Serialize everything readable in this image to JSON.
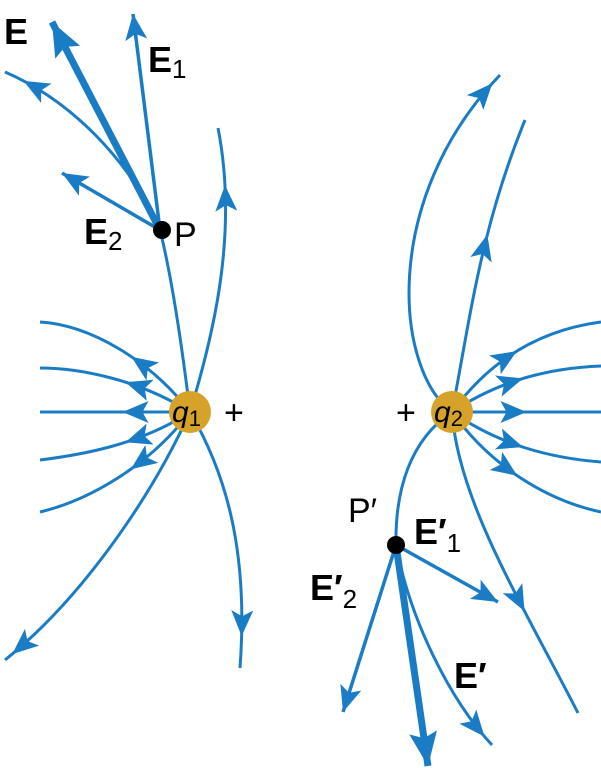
{
  "colors": {
    "field_line": "#1b7cc6",
    "charge": "#d6a22a",
    "point": "#000000"
  },
  "charges": [
    {
      "symbol": "q",
      "subscript": "1",
      "sign": "+"
    },
    {
      "symbol": "q",
      "subscript": "2",
      "sign": "+"
    }
  ],
  "points": [
    {
      "label": "P"
    },
    {
      "label": "P′"
    }
  ],
  "vectors": {
    "E": "E",
    "E1": {
      "main": "E",
      "sub": "1"
    },
    "E2": {
      "main": "E",
      "sub": "2"
    },
    "Eprime": "E′",
    "Eprime1": {
      "main": "E′",
      "sub": "1"
    },
    "Eprime2": {
      "main": "E′",
      "sub": "2"
    }
  }
}
